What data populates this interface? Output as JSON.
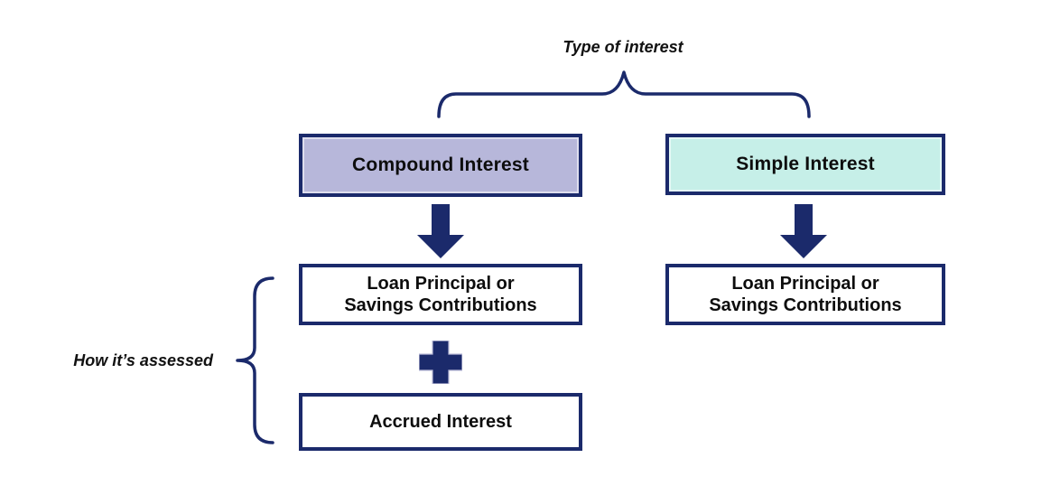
{
  "labels": {
    "type_of_interest": "Type of interest",
    "how_assessed": "How it’s assessed"
  },
  "compound": {
    "header": "Compound Interest",
    "box1": "Loan Principal or\nSavings Contributions",
    "operator": "+",
    "box2": "Accrued Interest"
  },
  "simple": {
    "header": "Simple Interest",
    "box1": "Loan Principal or\nSavings Contributions"
  },
  "icons": {
    "down_arrow": "block-arrow-down",
    "plus": "plus-cross",
    "top_brace": "horizontal-curly-brace",
    "left_brace": "vertical-curly-brace"
  },
  "colors": {
    "navy": "#1b2a6b",
    "lavender": "#b7b7da",
    "mint": "#c6efe8",
    "text": "#111111"
  }
}
